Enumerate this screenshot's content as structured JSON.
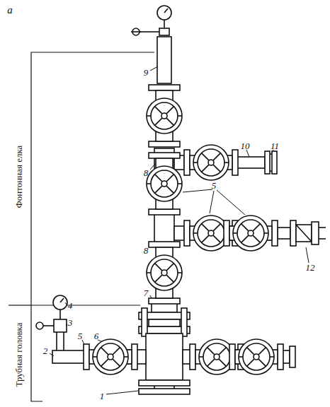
{
  "diagram": {
    "labels": [
      "а",
      "Фонтонная елка",
      "Трубная головка",
      "9",
      "10",
      "11",
      "8",
      "5",
      "8",
      "12",
      "7",
      "4",
      "3",
      "2",
      "5",
      "6",
      "1"
    ]
  }
}
